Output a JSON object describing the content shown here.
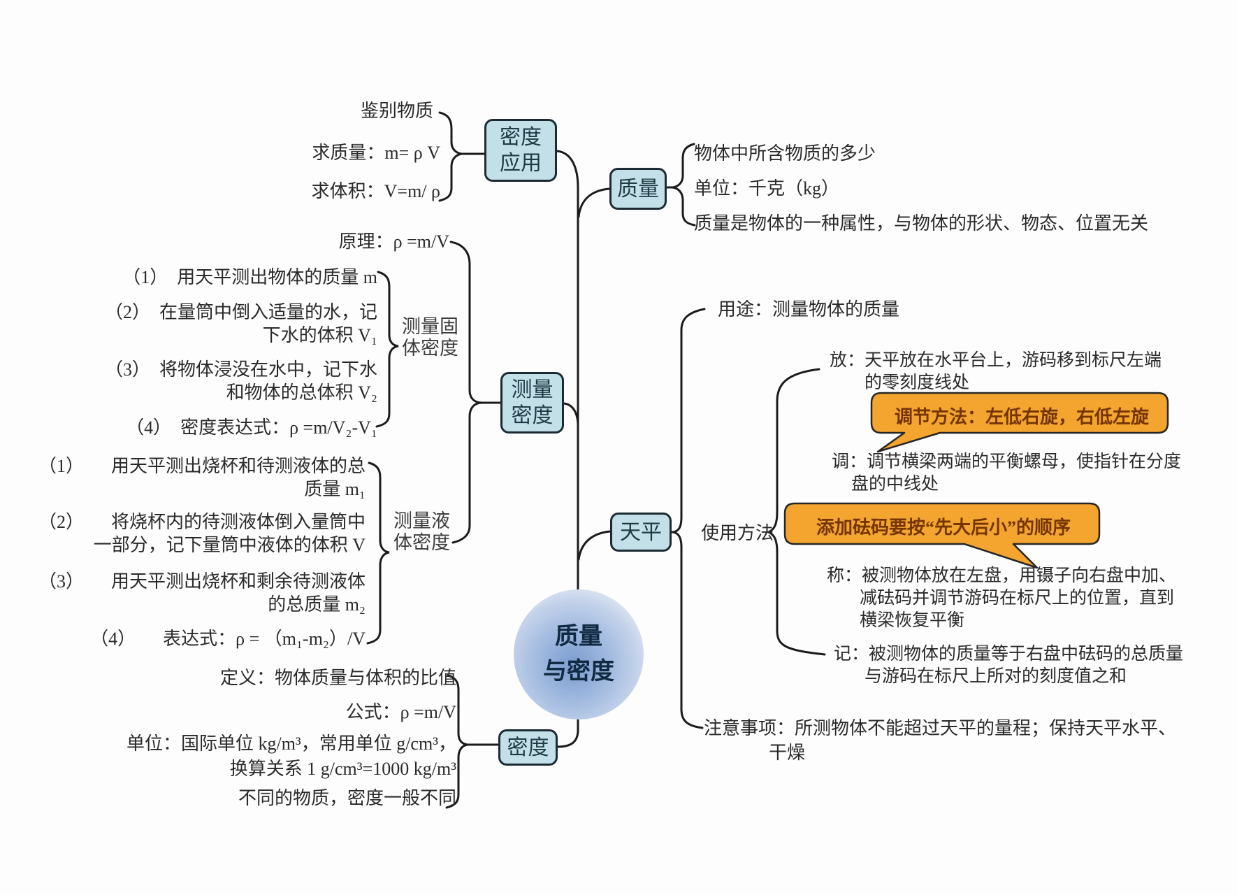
{
  "root": {
    "line1": "质量",
    "line2": "与密度"
  },
  "nodes": {
    "density_app": {
      "line1": "密度",
      "line2": "应用"
    },
    "mass": "质量",
    "measure_density": {
      "line1": "测量",
      "line2": "密度"
    },
    "balance": "天平",
    "density": "密度"
  },
  "left": {
    "app_items": [
      "鉴别物质",
      "求质量：m= ρ V",
      "求体积：V=m/ ρ"
    ],
    "principle": "原理：ρ =m/V",
    "solid_label": {
      "l1": "测量固",
      "l2": "体密度"
    },
    "solid_items": [
      {
        "l1": "（1）　用天平测出物体的质量 m"
      },
      {
        "l1": "（2）　在量筒中倒入适量的水，记",
        "l2": "下水的体积 V₁"
      },
      {
        "l1": "（3）　将物体浸没在水中，记下水",
        "l2": "和物体的总体积 V₂"
      },
      {
        "l1": "（4）　密度表达式：ρ =m/V₂-V₁"
      }
    ],
    "liquid_label": {
      "l1": "测量液",
      "l2": "体密度"
    },
    "liquid_items": [
      {
        "l1": "（1）　　用天平测出烧杯和待测液体的总",
        "l2": "质量 m₁"
      },
      {
        "l1": "（2）　　将烧杯内的待测液体倒入量筒中",
        "l2": "一部分，记下量筒中液体的体积 V"
      },
      {
        "l1": "（3）　　用天平测出烧杯和剩余待测液体",
        "l2": "的总质量 m₂"
      },
      {
        "l1": "（4）　　表达式：ρ = （m₁-m₂）/V"
      }
    ],
    "density_items": [
      {
        "l1": "定义：物体质量与体积的比值"
      },
      {
        "l1": "公式：ρ =m/V"
      },
      {
        "l1": "单位：国际单位 kg/m³，常用单位 g/cm³，",
        "l2": "换算关系 1 g/cm³=1000 kg/m³"
      },
      {
        "l1": "不同的物质，密度一般不同"
      }
    ]
  },
  "right": {
    "mass_items": [
      "物体中所含物质的多少",
      "单位：千克（kg）",
      "质量是物体的一种属性，与物体的形状、物态、位置无关"
    ],
    "purpose": "用途：测量物体的质量",
    "usage_label": "使用方法",
    "steps": [
      {
        "l1": "放：天平放在水平台上，游码移到标尺左端",
        "l2": "的零刻度线处"
      },
      {
        "l1": "调：调节横梁两端的平衡螺母，使指针在分度",
        "l2": "盘的中线处"
      },
      {
        "l1": "称：被测物体放在左盘，用镊子向右盘中加、",
        "l2": "减砝码并调节游码在标尺上的位置，直到",
        "l3": "横梁恢复平衡"
      },
      {
        "l1": "记：被测物体的质量等于右盘中砝码的总质量",
        "l2": "与游码在标尺上所对的刻度值之和"
      }
    ],
    "callout1": "调节方法：左低右旋，右低左旋",
    "callout2": "添加砝码要按“先大后小”的顺序",
    "notes": {
      "l1": "注意事项：所测物体不能超过天平的量程；保持天平水平、",
      "l2": "干燥"
    }
  },
  "colors": {
    "node_fill": "#c3dfe8",
    "node_border": "#1c2b33",
    "callout_fill": "#f3a52f",
    "callout_border": "#262626",
    "line": "#1b1b1b",
    "root_core": "#7b9ccf",
    "root_text": "#102a43"
  }
}
